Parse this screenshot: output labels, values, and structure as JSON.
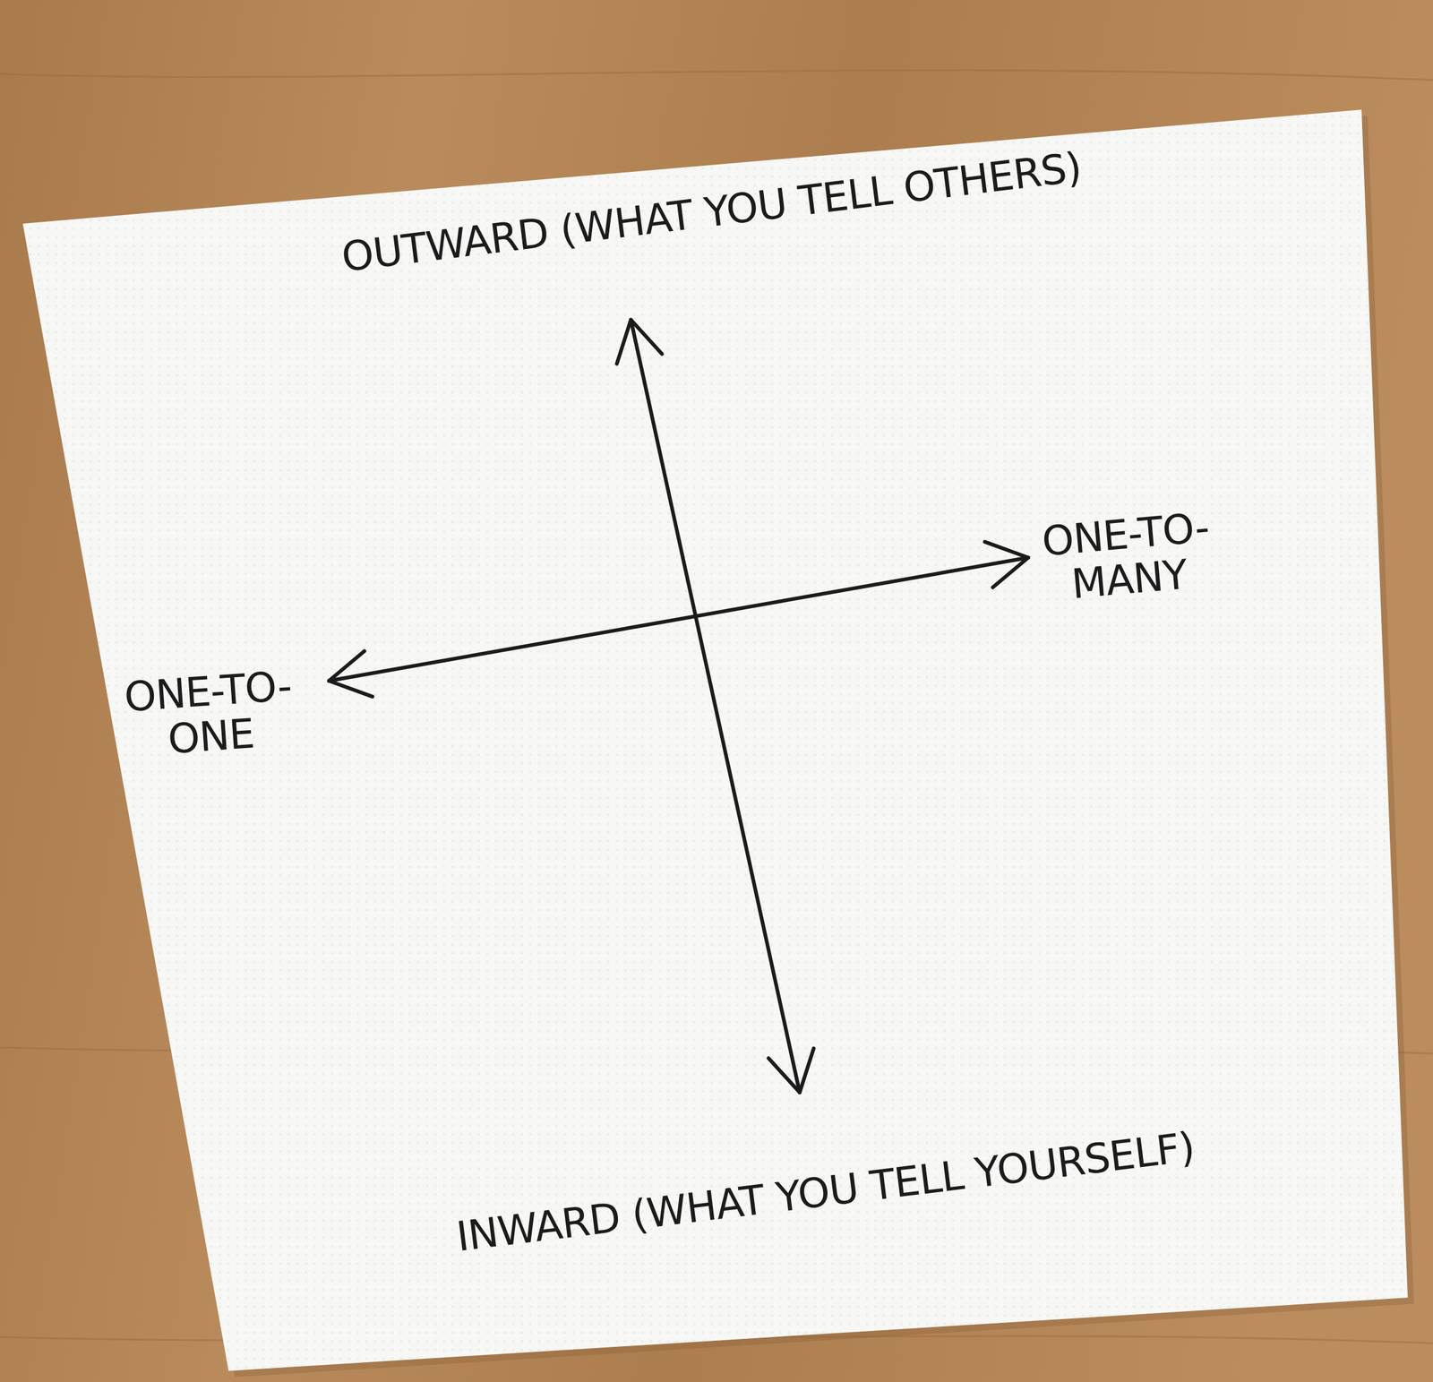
{
  "diagram": {
    "labels": [
      "OUTWARD (WHAT YOU TELL OTHERS)",
      "ONE-TO-MANY",
      "ONE-TO-ONE",
      "INWARD (WHAT YOU TELL YOURSELF)"
    ]
  }
}
